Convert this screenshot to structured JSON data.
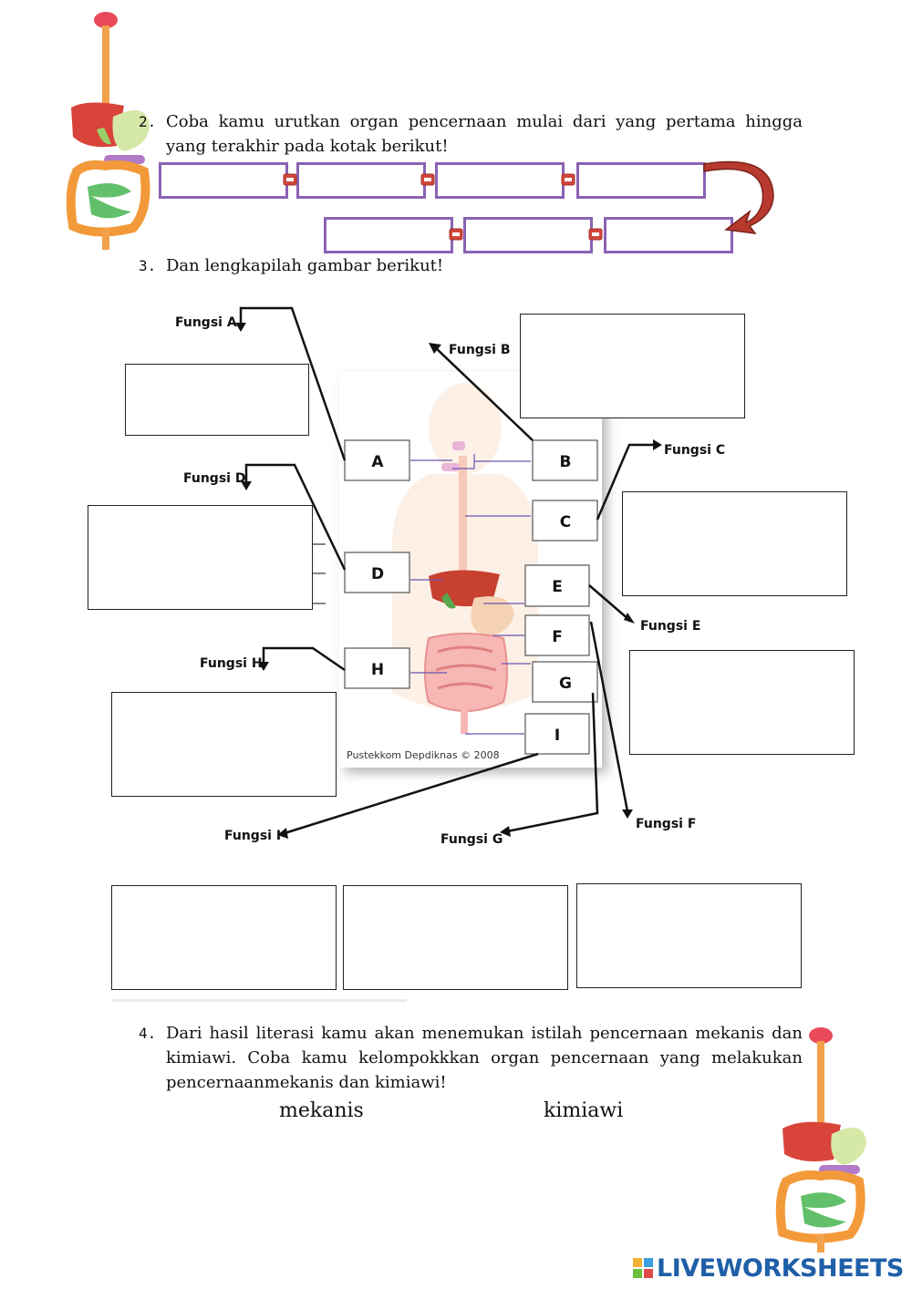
{
  "q2": {
    "number": "2.",
    "text": "Coba kamu urutkan organ pencernaan mulai dari yang pertama hingga yang terakhir pada kotak berikut!"
  },
  "q3": {
    "number": "3.",
    "text": "Dan lengkapilah gambar berikut!"
  },
  "diagram": {
    "labels": [
      "A",
      "B",
      "C",
      "D",
      "E",
      "F",
      "G",
      "H",
      "I"
    ],
    "functions": [
      "Fungsi A",
      "Fungsi B",
      "Fungsi C",
      "Fungsi D",
      "Fungsi E",
      "Fungsi F",
      "Fungsi G",
      "Fungsi H",
      "Fungsi I"
    ],
    "credit": "Pustekkom Depdiknas © 2008"
  },
  "q4": {
    "number": "4.",
    "text": "Dari hasil literasi kamu akan menemukan istilah pencernaan mekanis dan kimiawi. Coba kamu kelompokkkan organ pencernaan yang melakukan pencernaanmekanis dan kimiawi!",
    "col_mekanis": "mekanis",
    "col_kimiawi": "kimiawi"
  },
  "brand": {
    "logo_text": "LIVEWORKSHEETS",
    "accent": "#1f5fa8"
  },
  "colors": {
    "seq_box_border": "#8a62b4",
    "connector": "#d0463b",
    "big_arrow": "#b83a2e"
  }
}
